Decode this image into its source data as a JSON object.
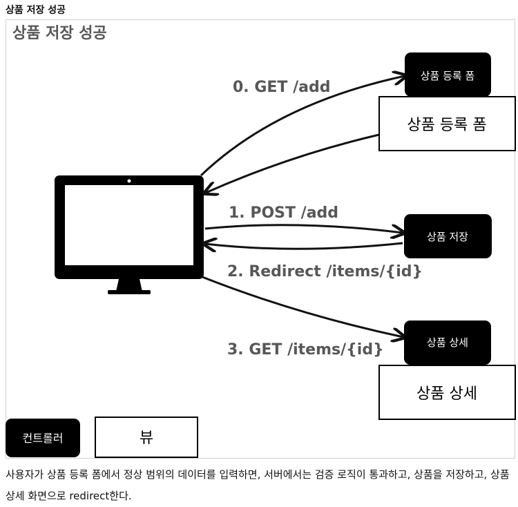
{
  "page_heading": "상품 저장 성공",
  "diagram": {
    "title": "상품 저장 성공",
    "requests": {
      "get_add": "0. GET /add",
      "post_add": "1. POST /add",
      "redirect": "2. Redirect /items/{id}",
      "get_item": "3. GET /items/{id}"
    },
    "controllers": {
      "add_form": "상품 등록 폼",
      "save": "상품 저장",
      "detail": "상품 상세"
    },
    "views": {
      "add_form": "상품 등록 폼",
      "detail": "상품 상세"
    },
    "legend": {
      "controller": "컨트롤러",
      "view": "뷰"
    }
  },
  "caption": "사용자가 상품 등록 폼에서 정상 범위의 데이터를 입력하면, 서버에서는 검증 로직이 통과하고, 상품을 저장하고, 상품 상세 화면으로 redirect한다."
}
